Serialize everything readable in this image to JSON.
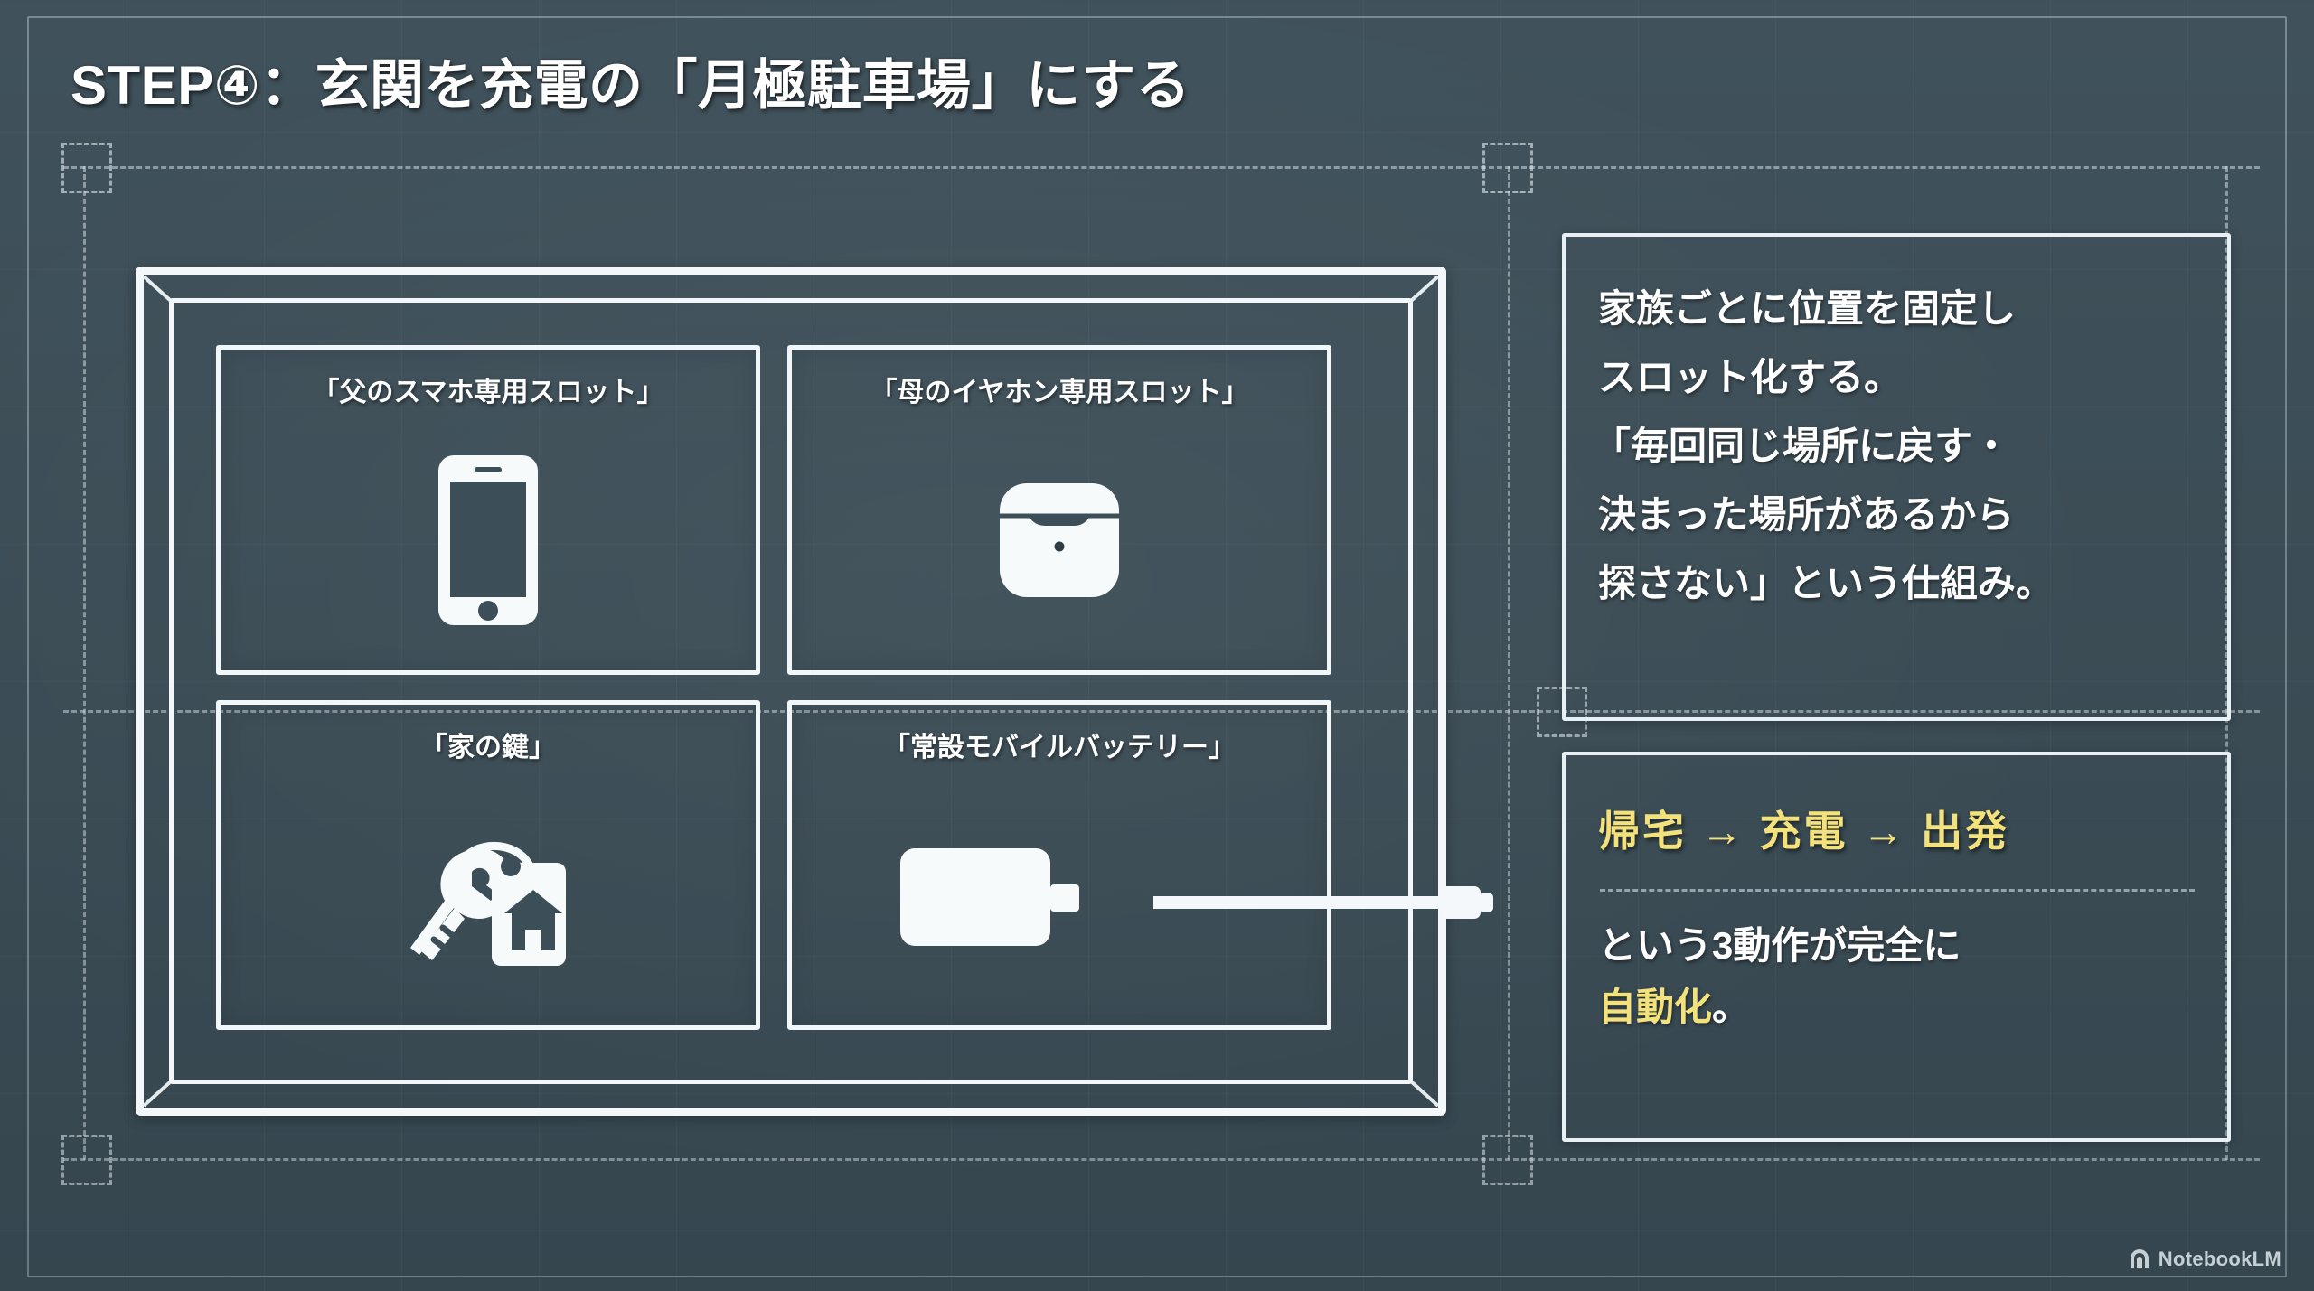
{
  "slide": {
    "title": "STEP④：玄関を充電の「月極駐車場」にする",
    "background_color": "#3c4e58",
    "accent_color": "#f3e27c",
    "line_color": "#f1f6f8"
  },
  "shelf": {
    "name": "genkan-charging-shelf",
    "slots": [
      {
        "id": "father-phone",
        "label": "「父のスマホ専用スロット」",
        "icon": "smartphone-icon"
      },
      {
        "id": "mother-earphones",
        "label": "「母のイヤホン専用スロット」",
        "icon": "earbuds-case-icon"
      },
      {
        "id": "house-keys",
        "label": "「家の鍵」",
        "icon": "keys-icon"
      },
      {
        "id": "power-bank",
        "label": "「常設モバイルバッテリー」",
        "icon": "power-bank-cable-icon"
      }
    ]
  },
  "description_panel": {
    "lines": [
      "家族ごとに位置を固定し",
      "スロット化する。",
      "「毎回同じ場所に戻す・",
      "決まった場所があるから",
      "探さない」という仕組み。"
    ]
  },
  "flow_panel": {
    "flow": "帰宅 → 充電 → 出発",
    "body_line1": "という3動作が完全に",
    "body_highlight": "自動化",
    "body_suffix": "。"
  },
  "watermark": {
    "text": "NotebookLM",
    "icon": "notebooklm-spiral-icon"
  }
}
